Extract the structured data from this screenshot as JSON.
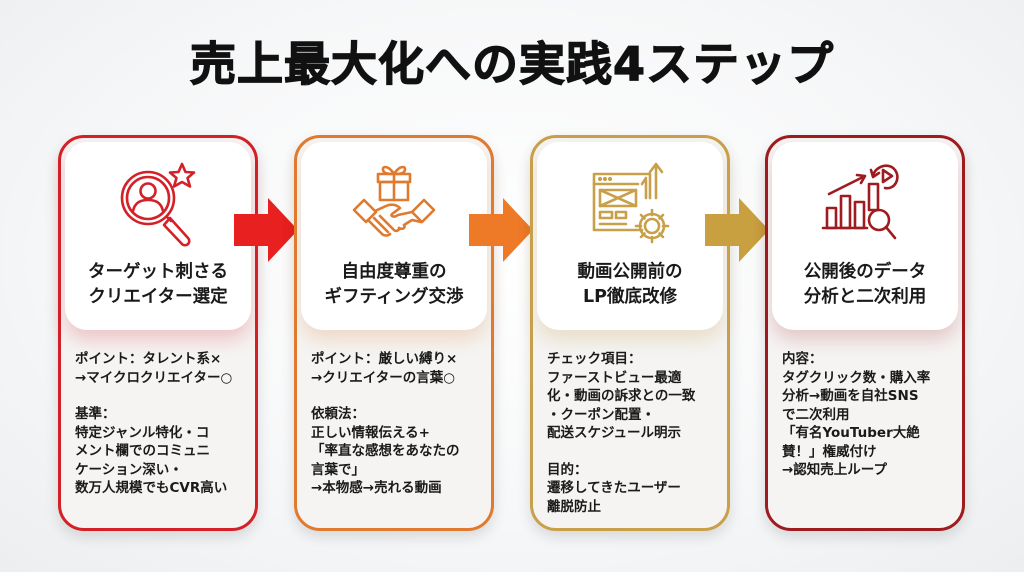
{
  "title": "売上最大化への実践4ステップ",
  "colors": {
    "step1": "#d42027",
    "step2": "#e07a2e",
    "step3": "#c9a04a",
    "step4": "#9e1b20",
    "arrow1": "#e8201f",
    "arrow2": "#ee7a27",
    "arrow3": "#c9a040"
  },
  "steps": [
    {
      "icon": "magnifier-person-star-icon",
      "heading": "ターゲット刺さる\nクリエイター選定",
      "sections": [
        {
          "lines": [
            "ポイント：タレント系×",
            "→マイクロクリエイター○"
          ]
        },
        {
          "lines": [
            "基準：",
            "特定ジャンル特化・コ",
            "メント欄でのコミュニ",
            "ケーション深い・",
            "数万人規模でもCVR高い"
          ]
        }
      ]
    },
    {
      "icon": "gift-handshake-icon",
      "heading": "自由度尊重の\nギフティング交渉",
      "sections": [
        {
          "lines": [
            "ポイント：厳しい縛り×",
            "→クリエイターの言葉○"
          ]
        },
        {
          "lines": [
            "依頼法：",
            "正しい情報伝える+",
            "「率直な感想をあなたの",
            "言葉で」",
            "→本物感→売れる動画"
          ]
        }
      ]
    },
    {
      "icon": "landing-page-gear-icon",
      "heading": "動画公開前の\nLP徹底改修",
      "sections": [
        {
          "lines": [
            "チェック項目：",
            "ファーストビュー最適",
            "化・動画の訴求との一致",
            "・クーポン配置・",
            "配送スケジュール明示"
          ]
        },
        {
          "lines": [
            "目的：",
            "遷移してきたユーザー",
            "離脱防止"
          ]
        }
      ]
    },
    {
      "icon": "analytics-chart-replay-icon",
      "heading": "公開後のデータ\n分析と二次利用",
      "sections": [
        {
          "lines": [
            "内容：",
            "タグクリック数・購入率",
            "分析→動画を自社SNS",
            "で二次利用",
            "「有名YouTuber大絶",
            "賛！」権威付け",
            "→認知売上ループ"
          ]
        }
      ]
    }
  ]
}
